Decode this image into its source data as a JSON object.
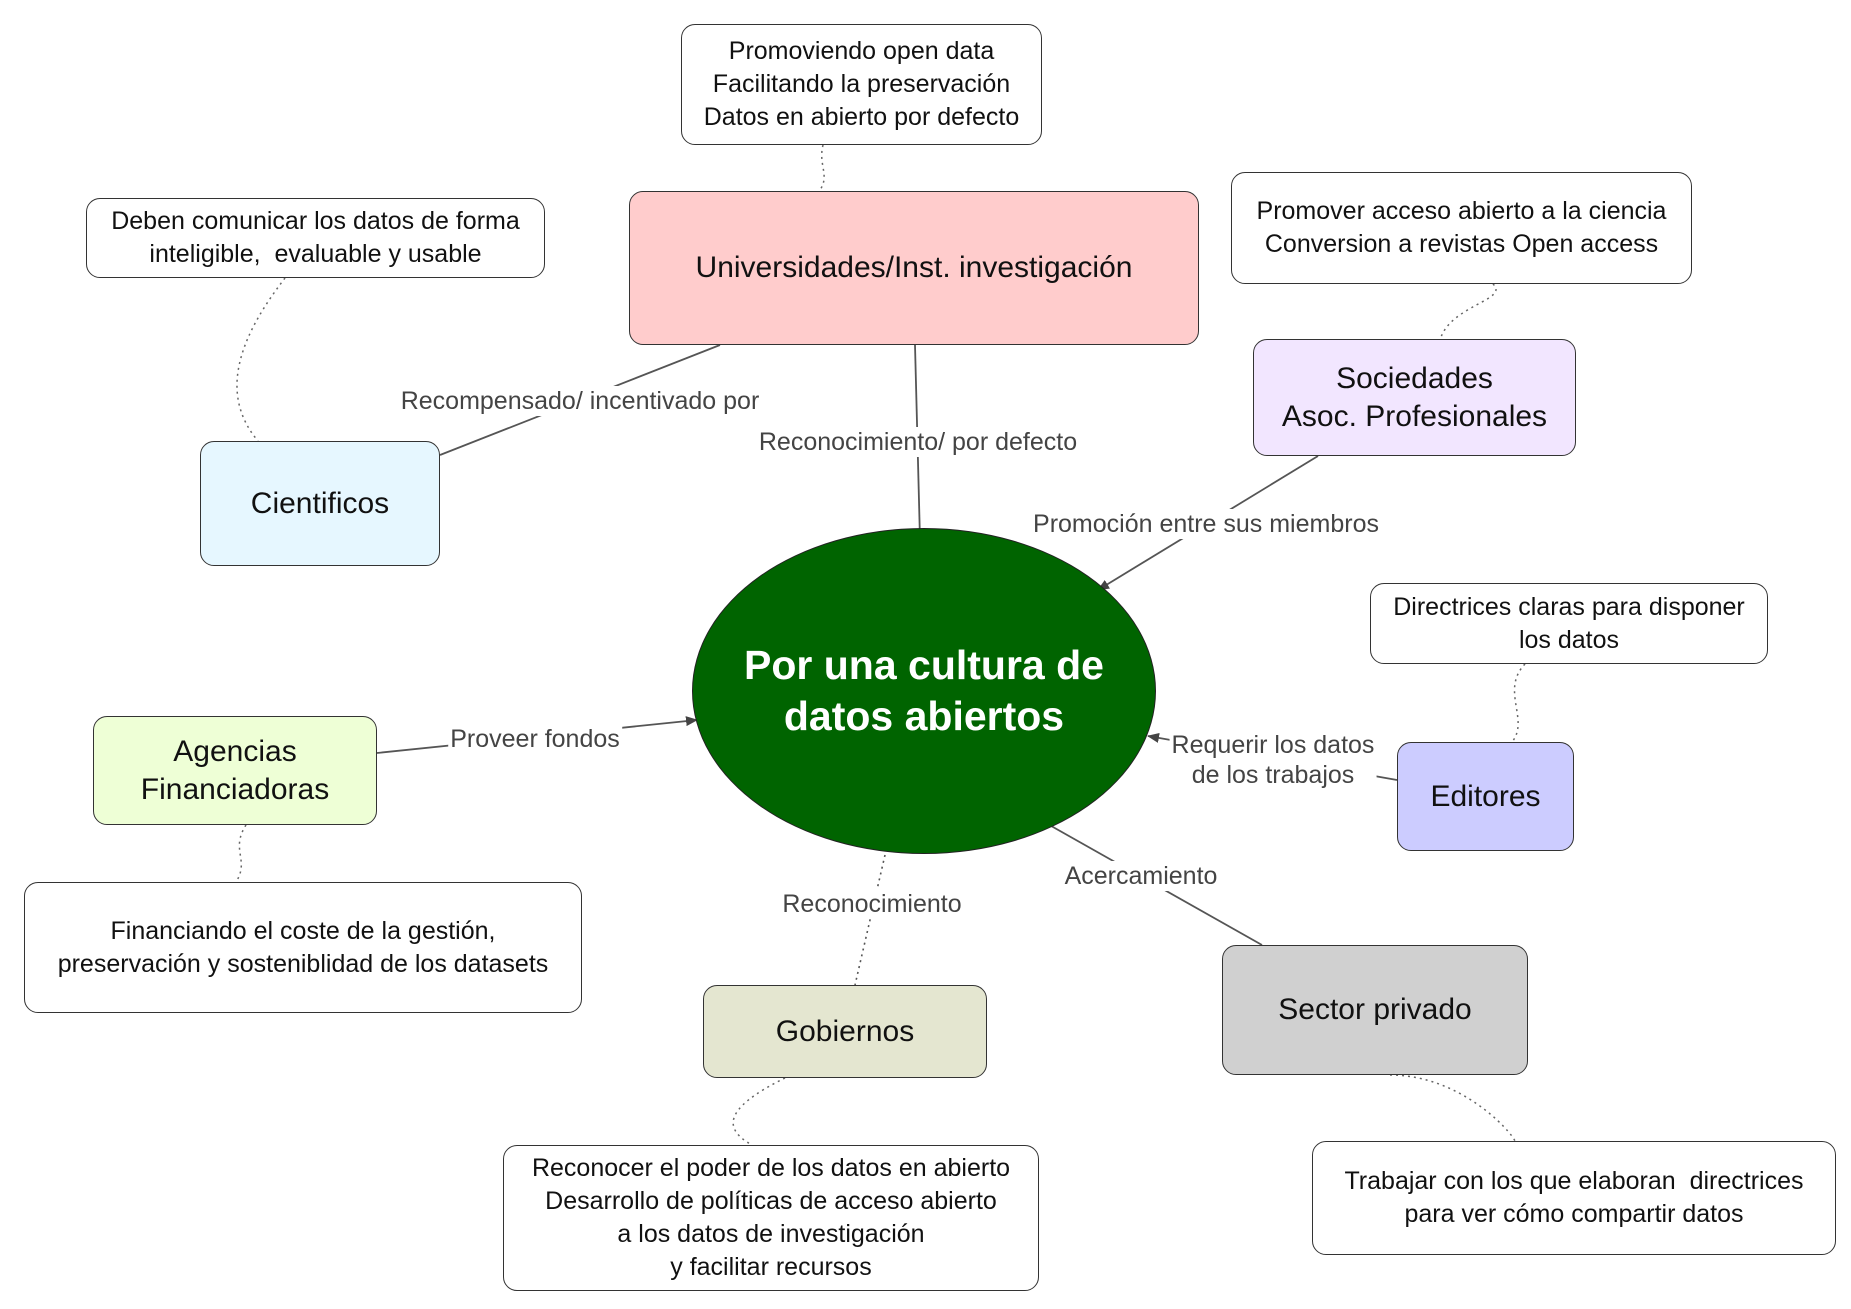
{
  "colors": {
    "center_fill": "#006400",
    "universidades": "#ffcccc",
    "sociedades": "#f2e6ff",
    "cientificos": "#e6f7ff",
    "agencias": "#eeffd6",
    "editores": "#ccccff",
    "gobiernos": "#e4e6d0",
    "sector_privado": "#d0d0d0",
    "line": "#555555"
  },
  "center": {
    "lines": [
      "Por una cultura de",
      "datos abiertos"
    ]
  },
  "concepts": {
    "universidades": {
      "lines": [
        "Universidades/Inst. investigación"
      ]
    },
    "sociedades": {
      "lines": [
        "Sociedades",
        "Asoc. Profesionales"
      ]
    },
    "cientificos": {
      "lines": [
        "Cientificos"
      ]
    },
    "agencias": {
      "lines": [
        "Agencias",
        "Financiadoras"
      ]
    },
    "editores": {
      "lines": [
        "Editores"
      ]
    },
    "gobiernos": {
      "lines": [
        "Gobiernos"
      ]
    },
    "sector_privado": {
      "lines": [
        "Sector privado"
      ]
    }
  },
  "notes": {
    "universidades": {
      "lines": [
        "Promoviendo open data",
        "Facilitando la preservación",
        "Datos en abierto por defecto"
      ]
    },
    "cientificos": {
      "lines": [
        "Deben comunicar los datos de forma",
        "inteligible,  evaluable y usable"
      ]
    },
    "sociedades": {
      "lines": [
        "Promover acceso abierto a la ciencia",
        "Conversion a revistas Open access"
      ]
    },
    "editores": {
      "lines": [
        "Directrices claras para disponer",
        "los datos"
      ]
    },
    "agencias": {
      "lines": [
        "Financiando el coste de la gestión,",
        "preservación y sosteniblidad de los datasets"
      ]
    },
    "gobiernos": {
      "lines": [
        "Reconocer el poder de los datos en abierto",
        "Desarrollo de políticas de acceso abierto",
        "a los datos de investigación",
        "y facilitar recursos"
      ]
    },
    "sector_privado": {
      "lines": [
        "Trabajar con los que elaboran  directrices",
        "para ver cómo compartir datos"
      ]
    }
  },
  "links": {
    "cientificos": {
      "lines": [
        "Recompensado/ incentivado por"
      ]
    },
    "universidades": {
      "lines": [
        "Reconocimiento/ por defecto"
      ]
    },
    "sociedades": {
      "lines": [
        "Promoción entre sus miembros"
      ]
    },
    "agencias": {
      "lines": [
        "Proveer fondos"
      ]
    },
    "editores": {
      "lines": [
        "Requerir los datos",
        "de los trabajos"
      ]
    },
    "gobiernos": {
      "lines": [
        "Reconocimiento"
      ]
    },
    "sector_privado": {
      "lines": [
        "Acercamiento"
      ]
    }
  }
}
